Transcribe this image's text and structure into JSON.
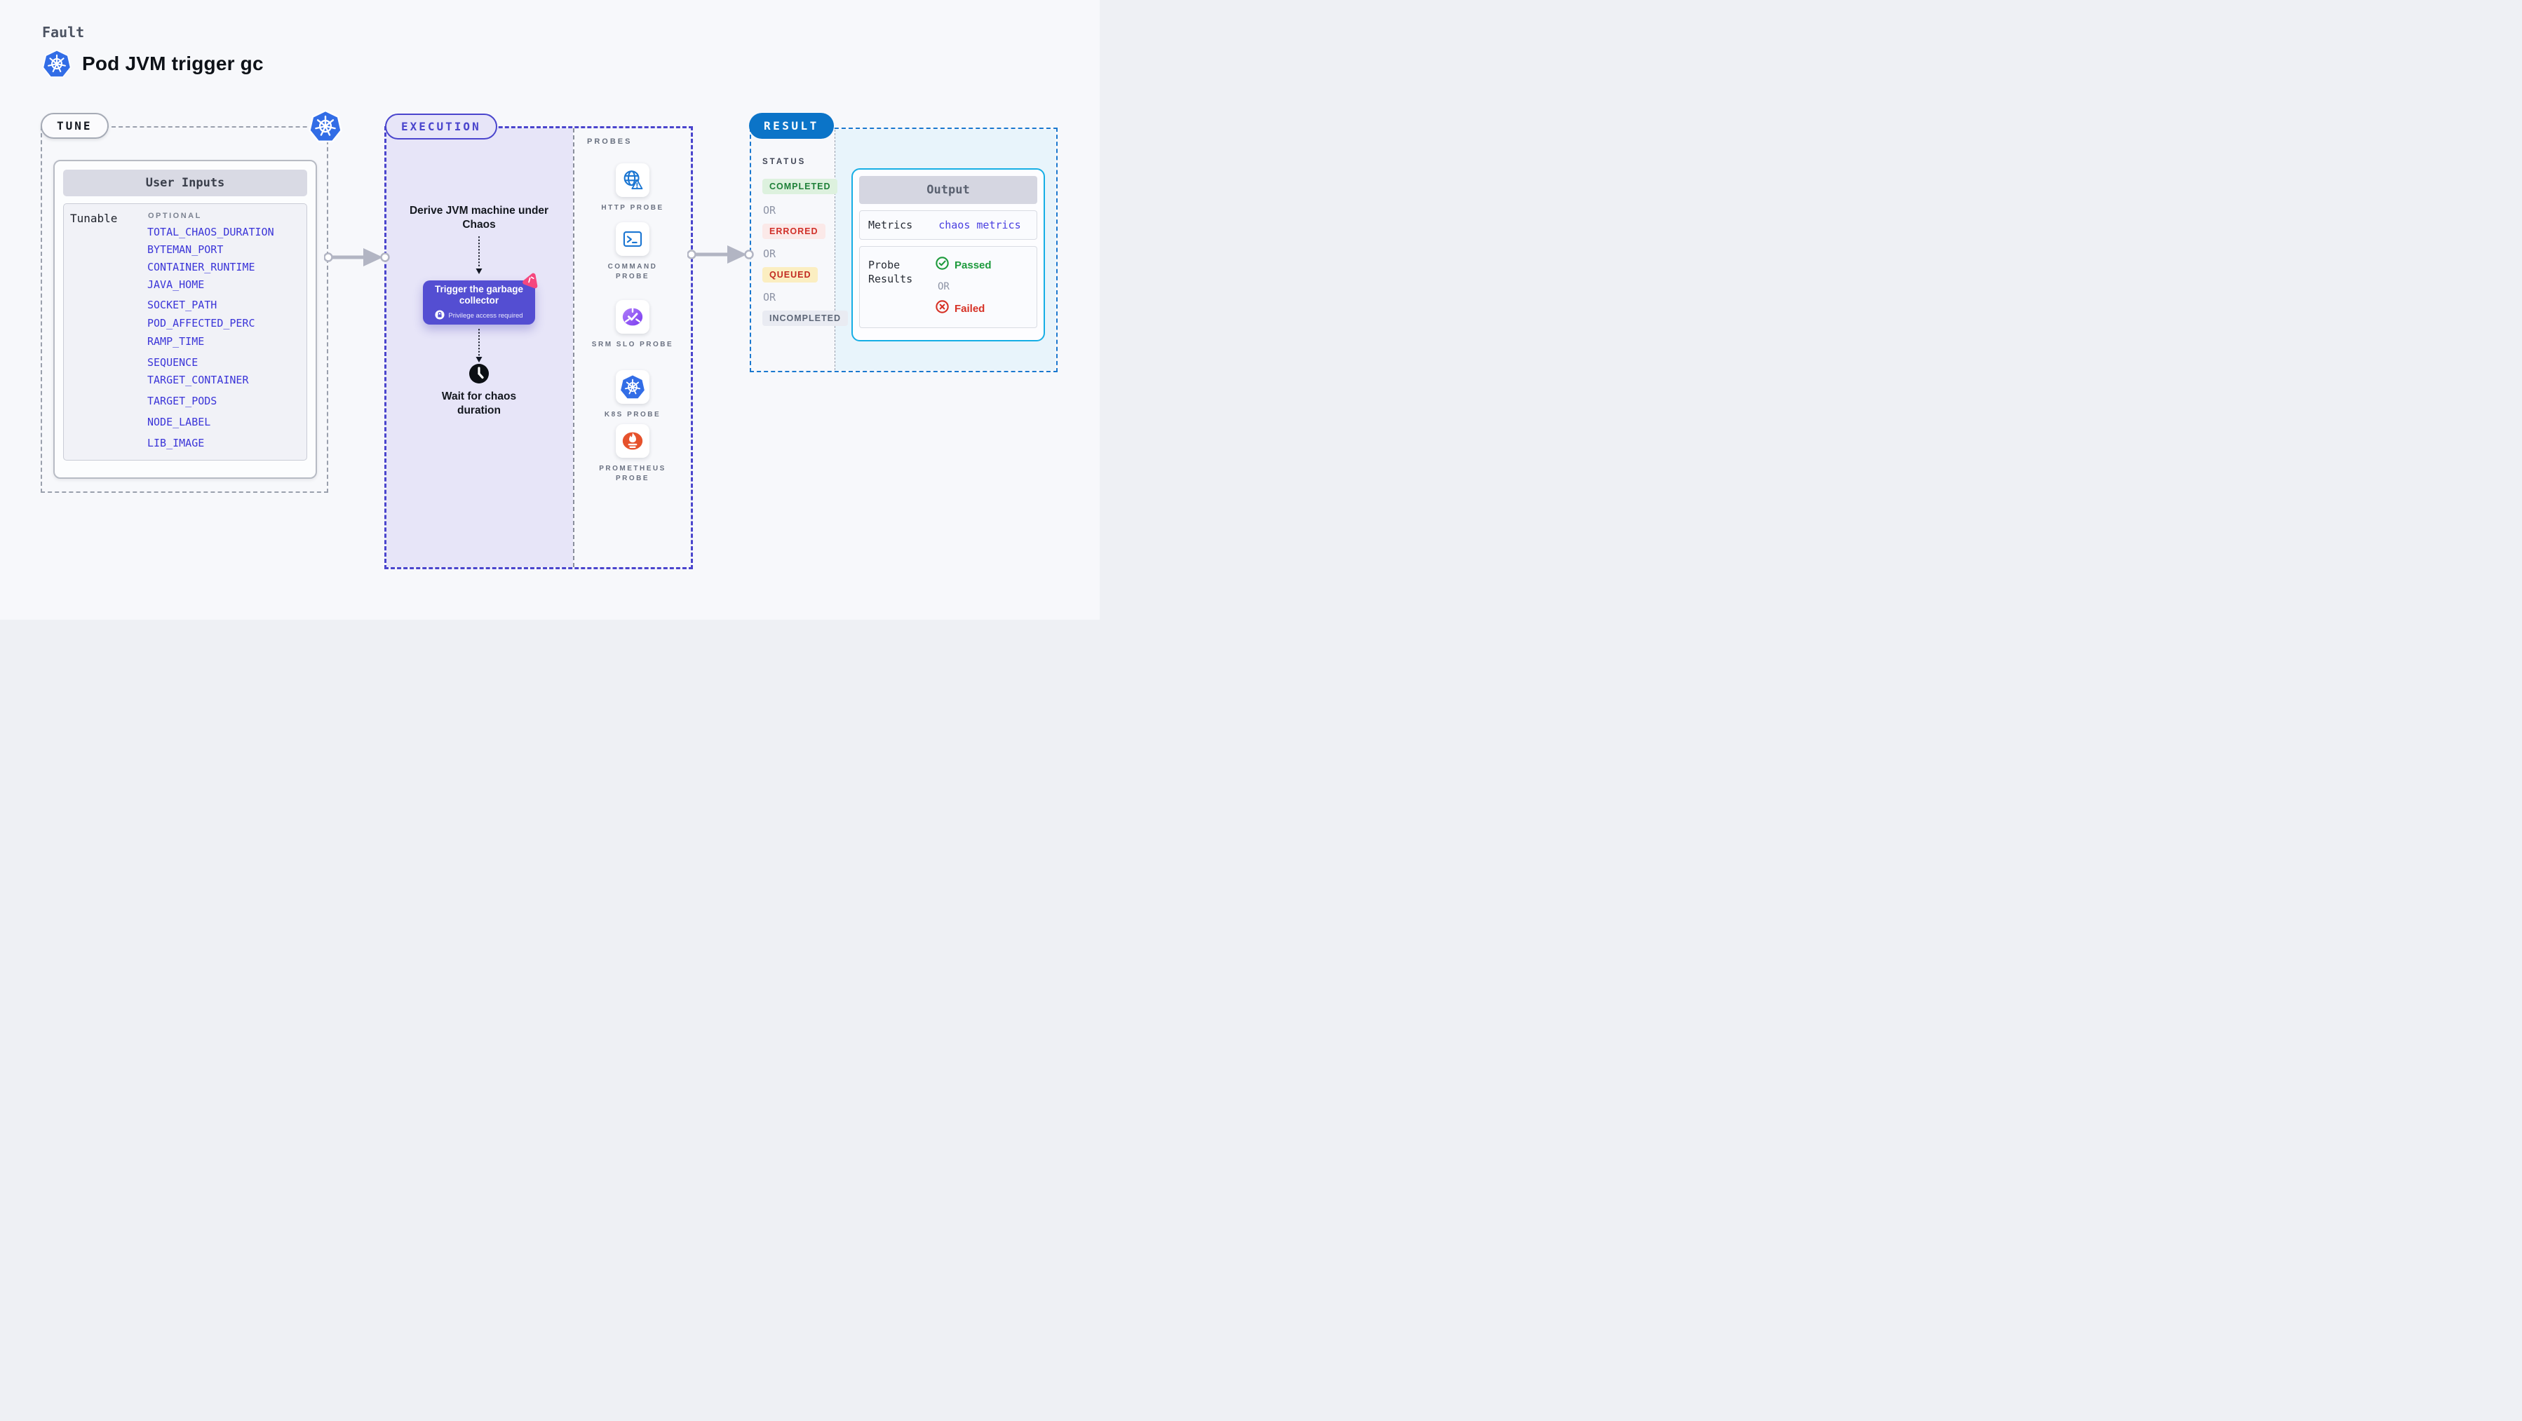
{
  "header": {
    "category": "Fault",
    "title": "Pod JVM trigger gc",
    "title_icon": "kubernetes-icon"
  },
  "tune": {
    "badge": "TUNE",
    "corner_icon": "kubernetes-icon",
    "user_inputs": {
      "header": "User Inputs",
      "row_label": "Tunable",
      "column_label": "OPTIONAL",
      "env_vars": [
        "TOTAL_CHAOS_DURATION",
        "BYTEMAN_PORT",
        "CONTAINER_RUNTIME",
        "JAVA_HOME",
        "SOCKET_PATH",
        "POD_AFFECTED_PERC",
        "RAMP_TIME",
        "SEQUENCE",
        "TARGET_CONTAINER",
        "TARGET_PODS",
        "NODE_LABEL",
        "LIB_IMAGE"
      ]
    }
  },
  "execution": {
    "badge": "EXECUTION",
    "flow": {
      "derive_label": "Derive JVM machine under Chaos",
      "trigger_label": "Trigger the garbage collector",
      "trigger_note": "Privilege access required",
      "trigger_note_icon": "lock-icon",
      "trigger_corner_icon": "chaos-logo-icon",
      "wait_icon": "clock-icon",
      "wait_label": "Wait for chaos duration"
    },
    "probes": {
      "label": "PROBES",
      "items": [
        {
          "label": "HTTP PROBE",
          "icon": "globe-alert-icon"
        },
        {
          "label": "COMMAND PROBE",
          "icon": "terminal-icon"
        },
        {
          "label": "SRM SLO PROBE",
          "icon": "slo-pie-check-icon"
        },
        {
          "label": "K8S PROBE",
          "icon": "kubernetes-icon"
        },
        {
          "label": "PROMETHEUS PROBE",
          "icon": "prometheus-icon"
        }
      ]
    }
  },
  "result": {
    "badge": "RESULT",
    "status": {
      "label": "STATUS",
      "or_label": "OR",
      "states": [
        {
          "label": "COMPLETED",
          "color": "#1e8038",
          "bg": "#ddf1de"
        },
        {
          "label": "ERRORED",
          "color": "#d03029",
          "bg": "#fbe9e8"
        },
        {
          "label": "QUEUED",
          "color": "#c22a21",
          "bg": "#fbeec1"
        },
        {
          "label": "INCOMPLETED",
          "color": "#5d6677",
          "bg": "#e9ebf2"
        }
      ]
    },
    "output": {
      "header": "Output",
      "metrics_label": "Metrics",
      "metrics_link": "chaos metrics",
      "probe_results_label": "Probe Results",
      "passed_label": "Passed",
      "or_label": "OR",
      "failed_label": "Failed",
      "passed_color": "#1d9a3c",
      "failed_color": "#d63125"
    }
  },
  "colors": {
    "page_bg": "#f7f8fb",
    "execution_accent": "#4a45cd",
    "execution_fill": "#e7e5f8",
    "trigger_node": "#544ed2",
    "env_link": "#3b35d8",
    "result_accent": "#0b74c8",
    "output_border": "#16aee5",
    "chaos_pink": "#f5477e",
    "kubernetes_blue": "#326de6",
    "probe_icon_blue": "#1b76d2",
    "srm_purple": "#7a3bf0",
    "prometheus_orange": "#e6522c",
    "connector_gray": "#b2b5c3"
  }
}
